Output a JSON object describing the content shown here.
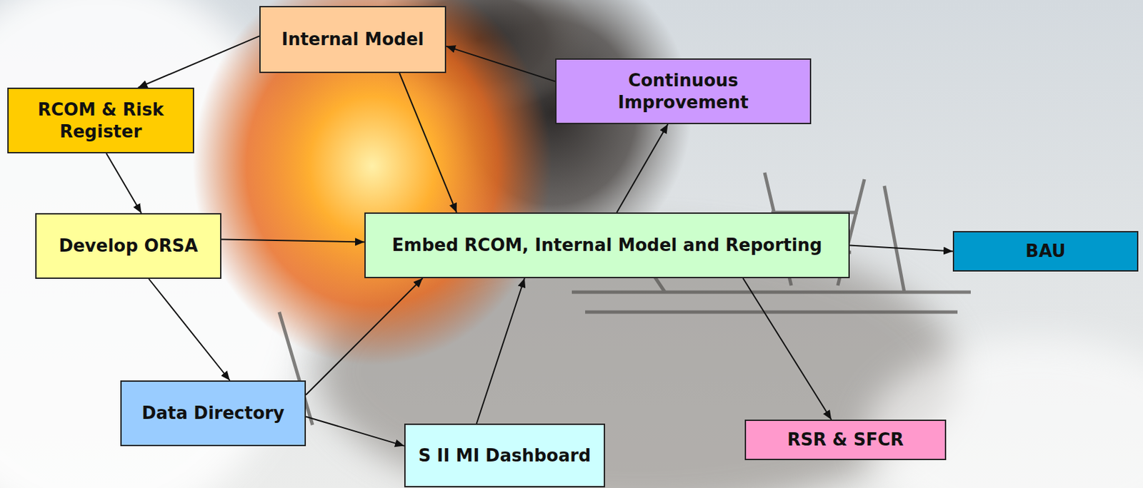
{
  "diagram": {
    "nodes": [
      {
        "text": [
          "Internal Model"
        ]
      },
      {
        "text": [
          "RCOM & Risk Register"
        ]
      },
      {
        "text": [
          "Continuous Improvement"
        ]
      },
      {
        "text": [
          "Develop ORSA"
        ]
      },
      {
        "text": [
          "Embed RCOM, Internal Model and Reporting"
        ]
      },
      {
        "text": [
          "BAU"
        ]
      },
      {
        "text": [
          "Data Directory"
        ]
      },
      {
        "text": [
          "S II MI Dashboard"
        ]
      },
      {
        "text": [
          "RSR & SFCR"
        ]
      }
    ],
    "edges": [
      {
        "from": 0,
        "to": 1,
        "arrow": "to"
      },
      {
        "from": 1,
        "to": 3,
        "arrow": "to"
      },
      {
        "from": 0,
        "to": 4,
        "arrow": "to"
      },
      {
        "from": 2,
        "to": 0,
        "arrow": "to"
      },
      {
        "from": 4,
        "to": 2,
        "arrow": "to"
      },
      {
        "from": 3,
        "to": 4,
        "arrow": "to"
      },
      {
        "from": 3,
        "to": 6,
        "arrow": "to"
      },
      {
        "from": 6,
        "to": 4,
        "arrow": "to"
      },
      {
        "from": 6,
        "to": 7,
        "arrow": "to"
      },
      {
        "from": 7,
        "to": 4,
        "arrow": "to"
      },
      {
        "from": 4,
        "to": 5,
        "arrow": "to"
      },
      {
        "from": 4,
        "to": 8,
        "arrow": "to"
      }
    ]
  }
}
